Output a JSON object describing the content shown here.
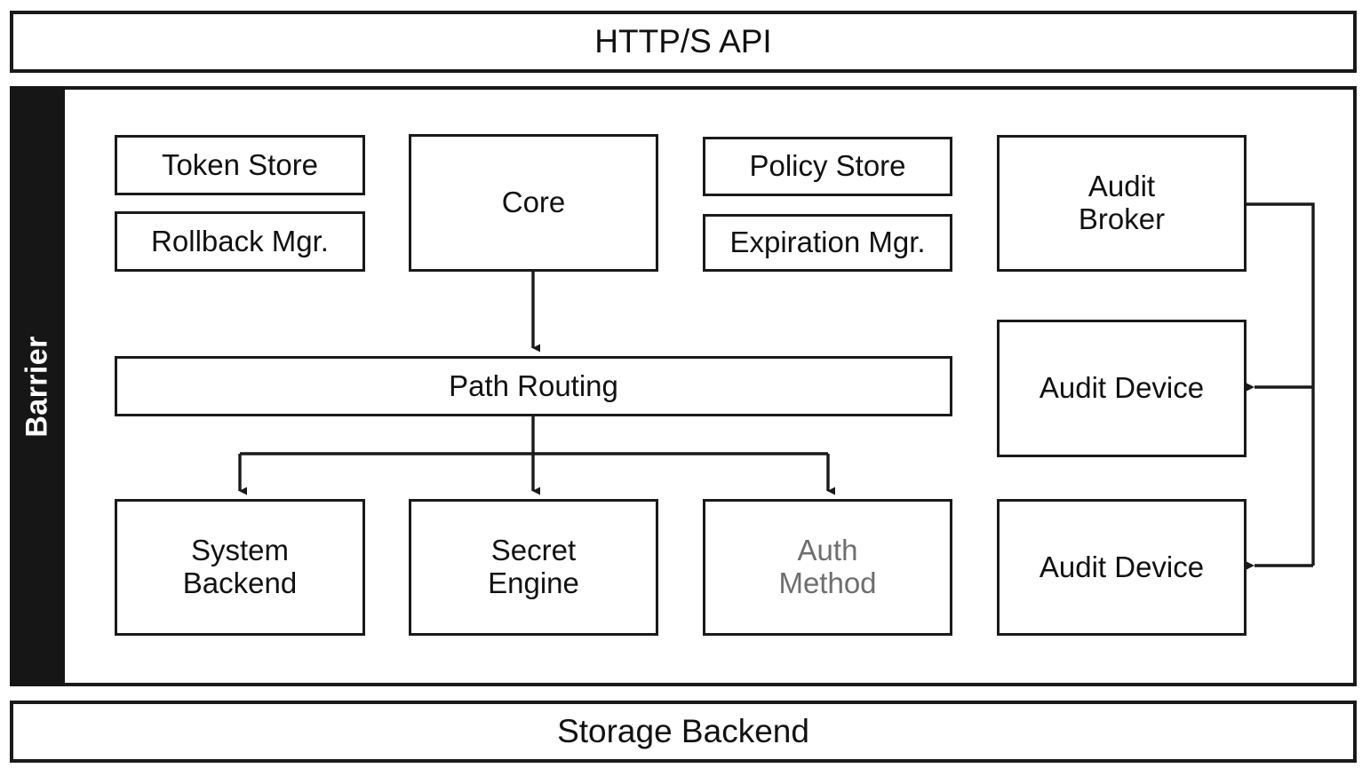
{
  "diagram": {
    "title_bar": {
      "label": "HTTP/S API"
    },
    "bottom_bar": {
      "label": "Storage Backend"
    },
    "barrier": {
      "label": "Barrier"
    },
    "nodes": {
      "token_store": {
        "label": "Token Store"
      },
      "rollback_mgr": {
        "label": "Rollback Mgr."
      },
      "core": {
        "label": "Core"
      },
      "policy_store": {
        "label": "Policy Store"
      },
      "expiration_mgr": {
        "label": "Expiration Mgr."
      },
      "audit_broker": {
        "label": "Audit\nBroker"
      },
      "audit_device_1": {
        "label": "Audit Device"
      },
      "audit_device_2": {
        "label": "Audit Device"
      },
      "path_routing": {
        "label": "Path Routing"
      },
      "system_backend": {
        "label": "System\nBackend"
      },
      "secret_engine": {
        "label": "Secret\nEngine"
      },
      "auth_method": {
        "label": "Auth\nMethod"
      }
    },
    "colors": {
      "stroke": "#1a1a1a",
      "barrier_fill": "#161616",
      "barrier_text": "#ffffff",
      "node_fill": "#ffffff",
      "node_text": "#111111",
      "muted_text": "#6e6e6e",
      "background": "#ffffff"
    },
    "edges": [
      {
        "from": "core",
        "to": "path_routing",
        "style": "arrow-down"
      },
      {
        "from": "path_routing",
        "to": "system_backend",
        "style": "arrow-down-elbow-left"
      },
      {
        "from": "path_routing",
        "to": "secret_engine",
        "style": "arrow-down"
      },
      {
        "from": "path_routing",
        "to": "auth_method",
        "style": "arrow-down-elbow-right"
      },
      {
        "from": "audit_broker",
        "to": "audit_device_1",
        "style": "arrow-left-elbow"
      },
      {
        "from": "audit_broker",
        "to": "audit_device_2",
        "style": "arrow-left-elbow"
      }
    ]
  }
}
